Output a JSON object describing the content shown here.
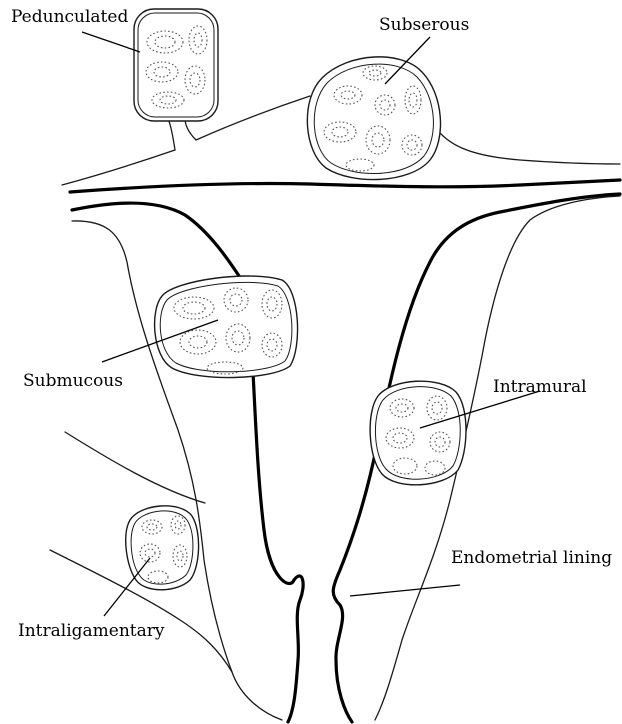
{
  "diagram": {
    "labels": {
      "pedunculated": "Pedunculated",
      "subserous": "Subserous",
      "submucous": "Submucous",
      "intramural": "Intramural",
      "intraligamentary": "Intraligamentary",
      "endometrial_lining": "Endometrial lining"
    },
    "colors": {
      "line": "#000000",
      "whorl": "#555555",
      "background": "#ffffff"
    }
  }
}
